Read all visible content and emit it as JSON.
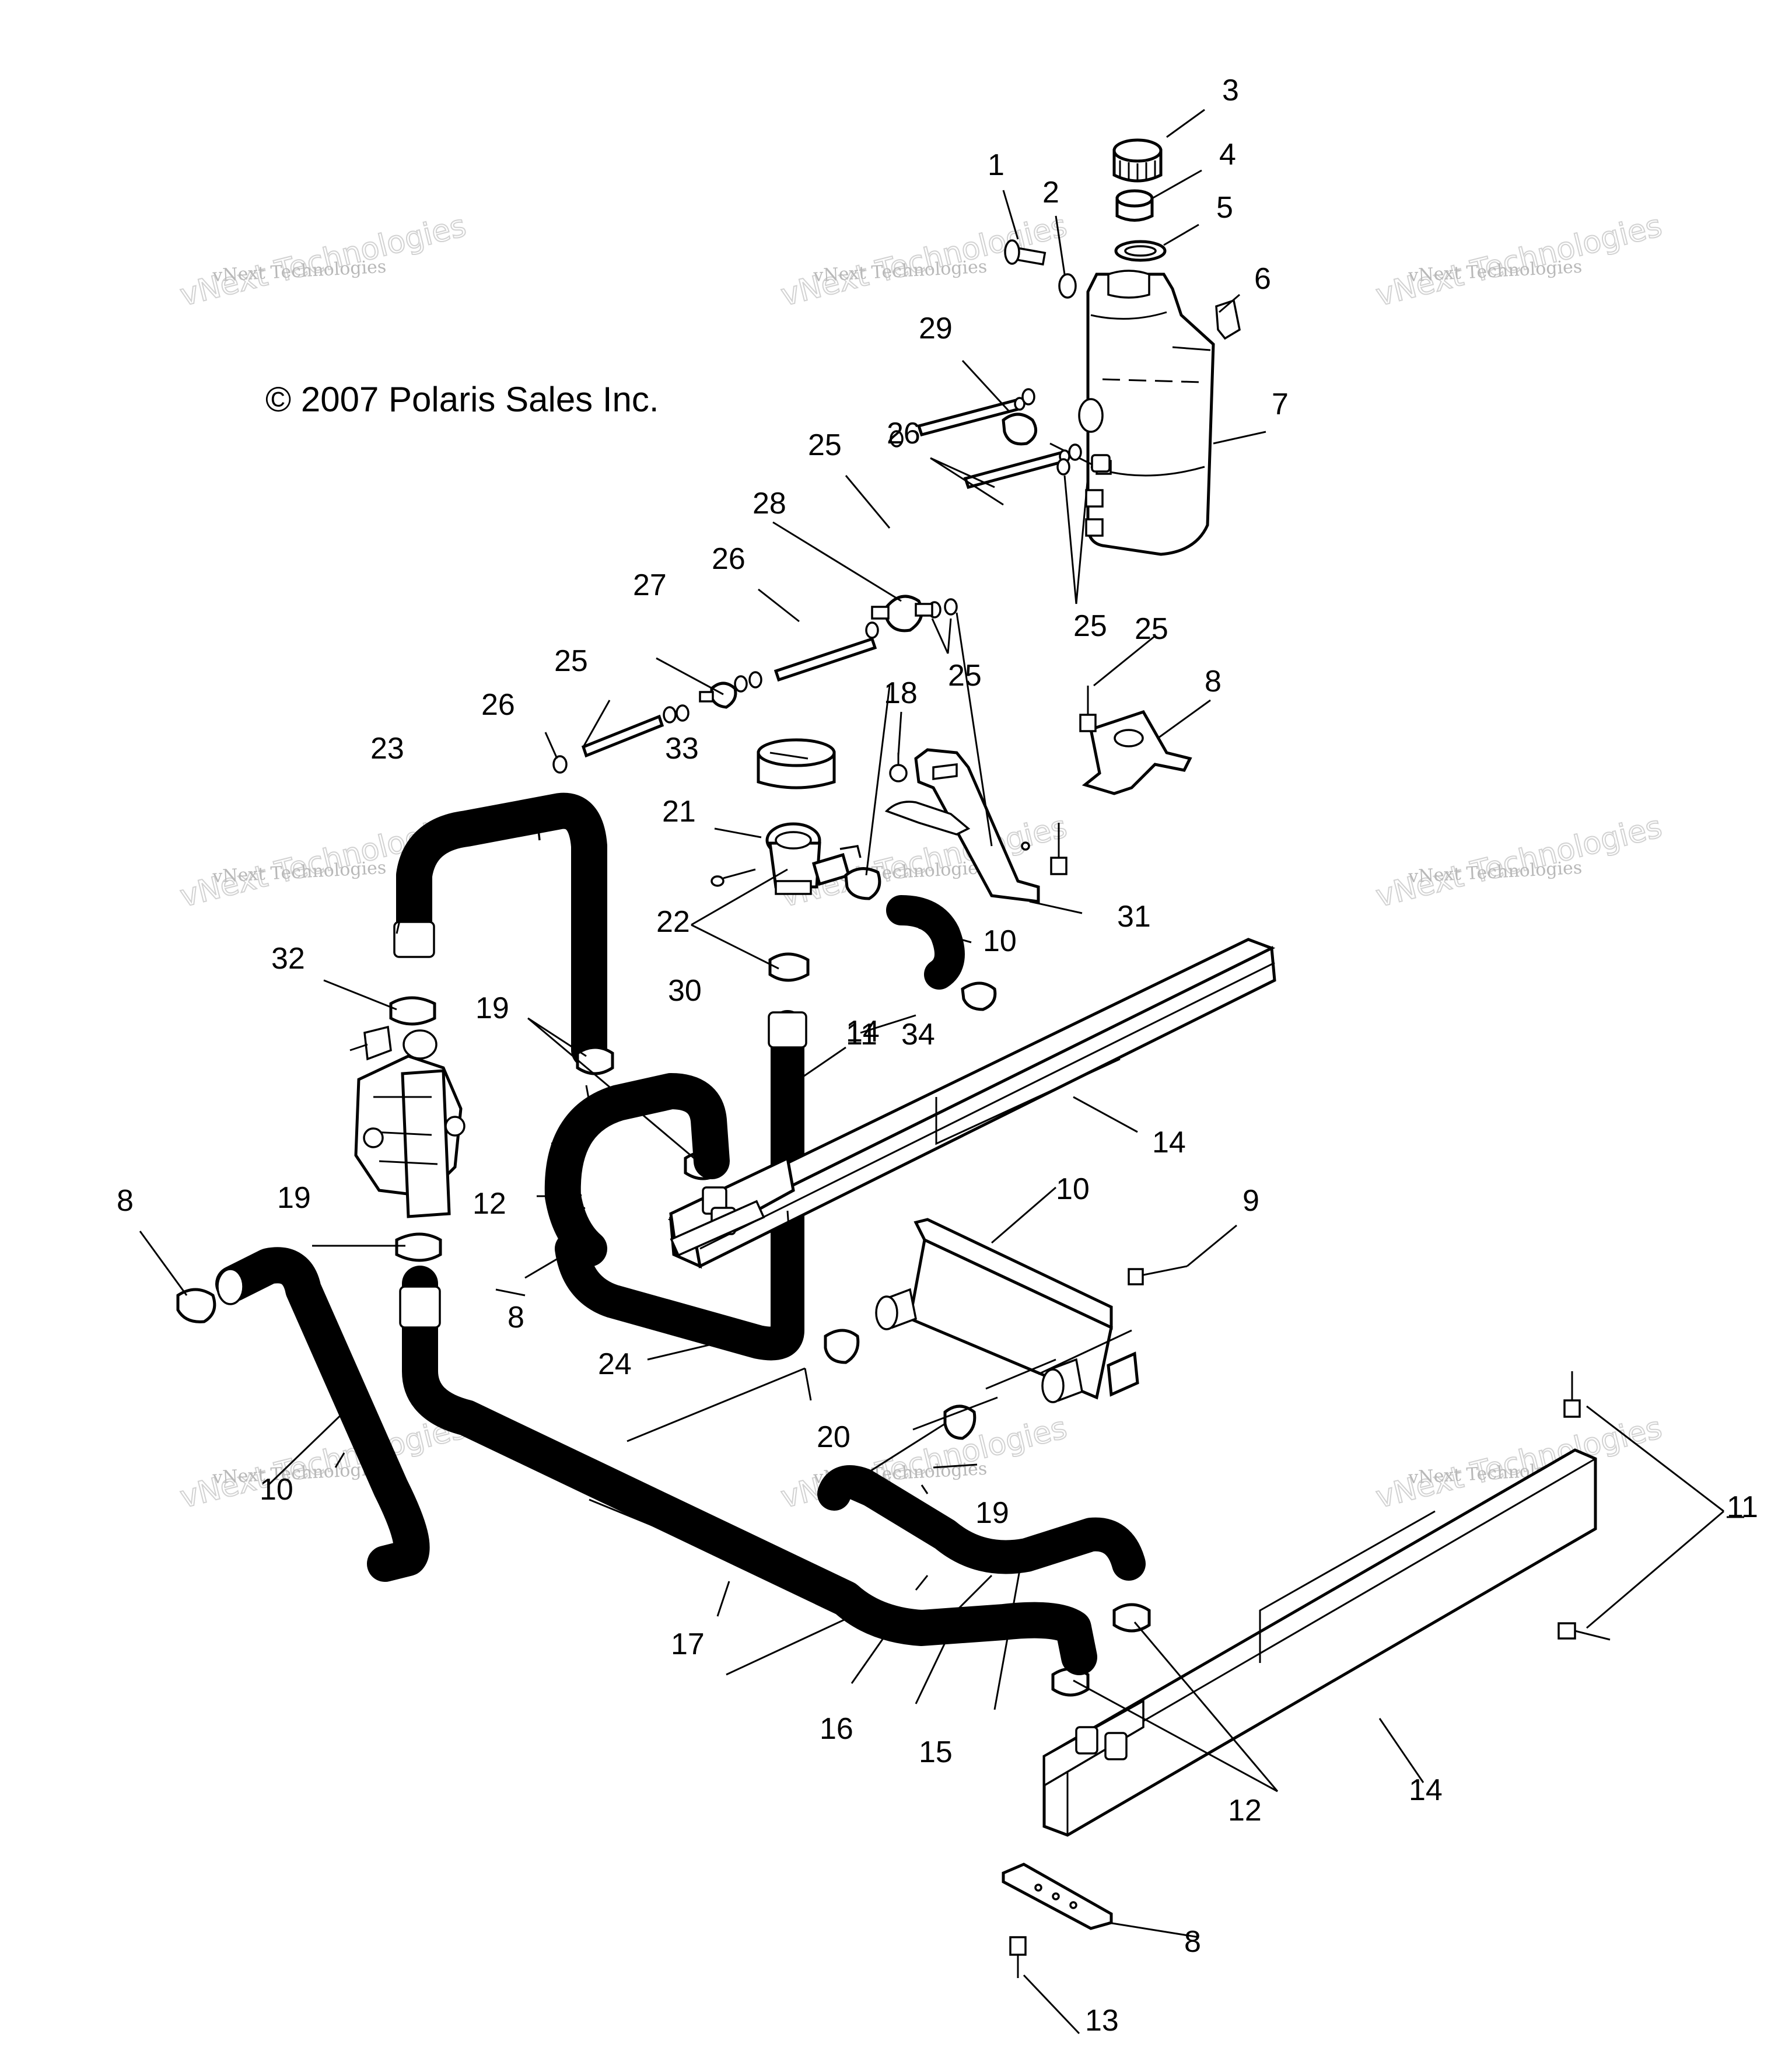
{
  "copyright": "© 2007 Polaris Sales Inc.",
  "watermark": {
    "line1": "vNext Technologies",
    "line2": "vNext Technologies"
  },
  "callouts": [
    "1",
    "2",
    "3",
    "4",
    "5",
    "6",
    "7",
    "29",
    "25",
    "26",
    "28",
    "25",
    "26",
    "27",
    "25",
    "25",
    "26",
    "25",
    "8",
    "18",
    "33",
    "23",
    "21",
    "22",
    "30",
    "10",
    "31",
    "32",
    "34",
    "19",
    "11",
    "14",
    "12",
    "14",
    "19",
    "10",
    "9",
    "8",
    "24",
    "20",
    "19",
    "10",
    "17",
    "16",
    "15",
    "14",
    "12",
    "11",
    "8",
    "13",
    "8"
  ]
}
